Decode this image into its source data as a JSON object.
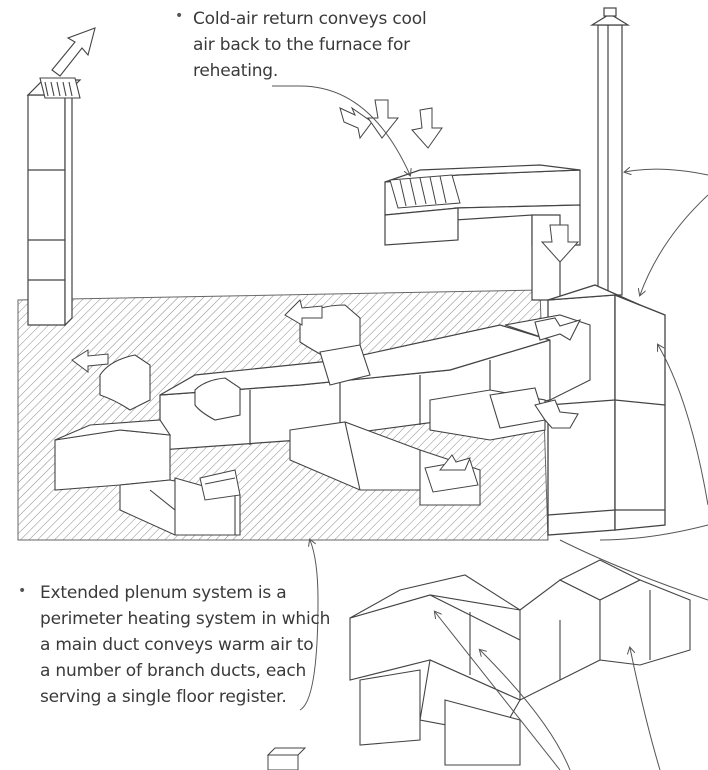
{
  "annotations": {
    "cold_air_return": {
      "lines": [
        "Cold-air return conveys cool",
        "air back to the furnace for",
        "reheating."
      ]
    },
    "extended_plenum": {
      "lines": [
        "Extended plenum system is a",
        "perimeter heating system in which",
        "a main duct conveys warm air to",
        "a number of branch ducts, each",
        "serving a single floor register."
      ]
    }
  },
  "colors": {
    "ink": "#3a3a3a",
    "line": "#555555",
    "hatch": "#8a8a8a",
    "paper": "#ffffff"
  }
}
